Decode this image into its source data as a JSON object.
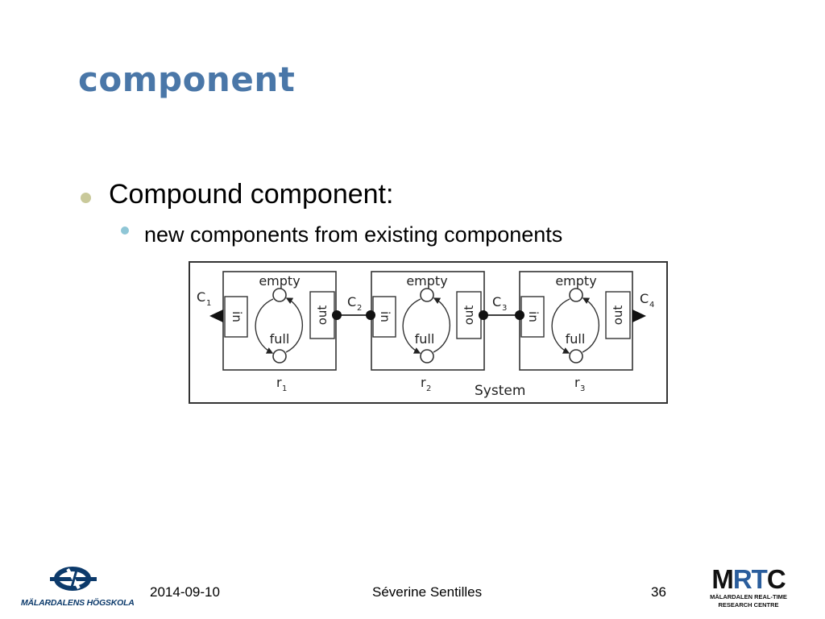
{
  "slide": {
    "title": "component",
    "bullets": [
      {
        "text": "Compound component:",
        "sub": [
          "new components from existing components"
        ]
      }
    ]
  },
  "diagram": {
    "components": [
      {
        "top": "empty",
        "bottom": "full",
        "in_port": "in",
        "out_port": "out",
        "name": "r",
        "index": "1"
      },
      {
        "top": "empty",
        "bottom": "full",
        "in_port": "in",
        "out_port": "out",
        "name": "r",
        "index": "2"
      },
      {
        "top": "empty",
        "bottom": "full",
        "in_port": "in",
        "out_port": "out",
        "name": "r",
        "index": "3"
      }
    ],
    "connectors": [
      {
        "name": "C",
        "index": "1"
      },
      {
        "name": "C",
        "index": "2"
      },
      {
        "name": "C",
        "index": "3"
      },
      {
        "name": "C",
        "index": "4"
      }
    ],
    "system_label": "System"
  },
  "footer": {
    "date": "2014-09-10",
    "author": "Séverine Sentilles",
    "page": "36"
  },
  "logos": {
    "left": "MÄLARDALENS HÖGSKOLA",
    "right_part1": "M",
    "right_part2": "RT",
    "right_part3": "C",
    "right_line1": "MÄLARDALEN REAL-TIME",
    "right_line2": "RESEARCH CENTRE"
  },
  "colors": {
    "title": "#4a77a8",
    "bullet_level1": "#c9c99a",
    "bullet_level2": "#8fc6d6",
    "logo_blue": "#2a5d9c"
  }
}
